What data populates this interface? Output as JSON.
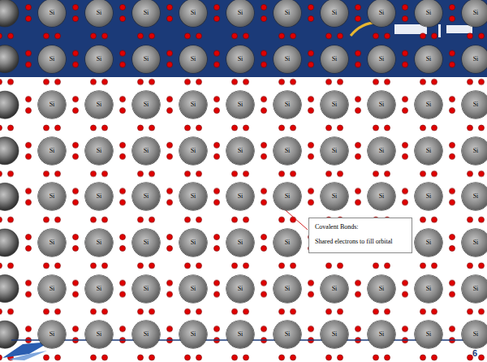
{
  "diagram": {
    "nodes": [
      {
        "text": [
          "Si"
        ]
      },
      {
        "text": [
          "Si"
        ]
      },
      {
        "text": [
          "Si"
        ]
      },
      {
        "text": [
          "Si"
        ]
      },
      {
        "text": [
          "Si"
        ]
      },
      {
        "text": [
          "Si"
        ]
      },
      {
        "text": [
          "Si"
        ]
      },
      {
        "text": [
          "Si"
        ]
      },
      {
        "text": [
          "Si"
        ]
      },
      {
        "text": [
          "Si"
        ]
      },
      {
        "text": [
          "Si"
        ]
      },
      {
        "text": [
          "Si"
        ]
      },
      {
        "text": [
          "Si"
        ]
      },
      {
        "text": [
          "Si"
        ]
      },
      {
        "text": [
          "Si"
        ]
      },
      {
        "text": [
          "Si"
        ]
      },
      {
        "text": [
          "Si"
        ]
      },
      {
        "text": [
          "Si"
        ]
      },
      {
        "text": [
          "Si"
        ]
      },
      {
        "text": [
          "Si"
        ]
      },
      {
        "text": [
          "Si"
        ]
      },
      {
        "text": [
          "Si"
        ]
      },
      {
        "text": [
          "Si"
        ]
      },
      {
        "text": [
          "Si"
        ]
      },
      {
        "text": [
          "Si"
        ]
      },
      {
        "text": [
          "Si"
        ]
      },
      {
        "text": [
          "Si"
        ]
      },
      {
        "text": [
          "Si"
        ]
      },
      {
        "text": [
          "Si"
        ]
      },
      {
        "text": [
          "Si"
        ]
      },
      {
        "text": [
          "Si"
        ]
      },
      {
        "text": [
          "Si"
        ]
      },
      {
        "text": [
          "Si"
        ]
      },
      {
        "text": [
          "Si"
        ]
      },
      {
        "text": [
          "Si"
        ]
      },
      {
        "text": [
          "Si"
        ]
      },
      {
        "text": [
          "Si"
        ]
      },
      {
        "text": [
          "Si"
        ]
      },
      {
        "text": [
          "Si"
        ]
      },
      {
        "text": [
          "Si"
        ]
      },
      {
        "text": [
          "Si"
        ]
      },
      {
        "text": [
          "Si"
        ]
      },
      {
        "text": [
          "Si"
        ]
      },
      {
        "text": [
          "Si"
        ]
      },
      {
        "text": [
          "Si"
        ]
      },
      {
        "text": [
          "Si"
        ]
      },
      {
        "text": [
          "Si"
        ]
      },
      {
        "text": [
          "Si"
        ]
      },
      {
        "text": [
          "Si"
        ]
      },
      {
        "text": [
          "Si"
        ]
      },
      {
        "text": [
          "Si"
        ]
      },
      {
        "text": [
          "Si"
        ]
      },
      {
        "text": [
          "Si"
        ]
      },
      {
        "text": [
          "Si"
        ]
      },
      {
        "text": [
          "Si"
        ]
      },
      {
        "text": [
          "Si"
        ]
      },
      {
        "text": [
          "Covalent Bonds:",
          "Shared electrons to fill orbital"
        ]
      },
      {
        "text": [
          "Si"
        ]
      },
      {
        "text": [
          "Si"
        ]
      },
      {
        "text": [
          "Si"
        ]
      },
      {
        "text": [
          "Si"
        ]
      },
      {
        "text": [
          "Si"
        ]
      },
      {
        "text": [
          "Si"
        ]
      },
      {
        "text": [
          "Si"
        ]
      },
      {
        "text": [
          "Si"
        ]
      },
      {
        "text": [
          "Si"
        ]
      },
      {
        "text": [
          "Si"
        ]
      },
      {
        "text": [
          "Si"
        ]
      },
      {
        "text": [
          "Si"
        ]
      },
      {
        "text": [
          "Si"
        ]
      },
      {
        "text": [
          "Si"
        ]
      },
      {
        "text": [
          "Si"
        ]
      },
      {
        "text": [
          "Si"
        ]
      },
      {
        "text": [
          "Si"
        ]
      },
      {
        "text": [
          "Si"
        ]
      },
      {
        "text": [
          "Si"
        ]
      },
      {
        "text": [
          "Si"
        ]
      },
      {
        "text": [
          "Si"
        ]
      },
      {
        "text": [
          "Si"
        ]
      }
    ],
    "labels": [
      "6"
    ]
  }
}
